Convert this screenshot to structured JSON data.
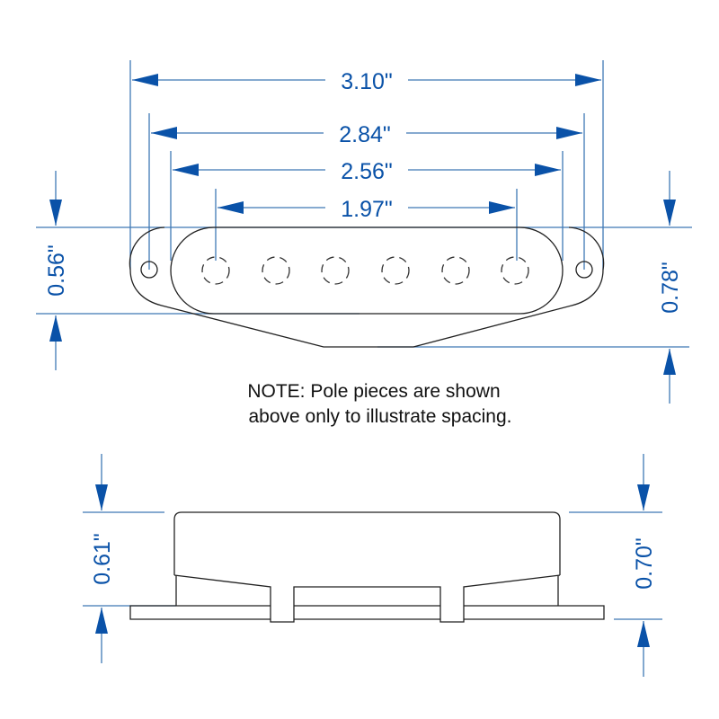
{
  "top_view": {
    "dimensions": {
      "overall_length": "3.10\"",
      "mounting_hole_spacing": "2.84\"",
      "bobbin_length": "2.56\"",
      "pole_spacing": "1.97\"",
      "bobbin_width": "0.56\"",
      "overall_width": "0.78\""
    },
    "pole_piece_count": 6
  },
  "note": {
    "line1": "NOTE: Pole pieces are shown",
    "line2": "above only to illustrate spacing."
  },
  "side_view": {
    "dimensions": {
      "cover_height": "0.61\"",
      "overall_height": "0.70\""
    }
  },
  "colors": {
    "dimension": "#0a52a8",
    "extension_line": "#3f78b5",
    "outline": "#222222",
    "note_text": "#111111"
  }
}
